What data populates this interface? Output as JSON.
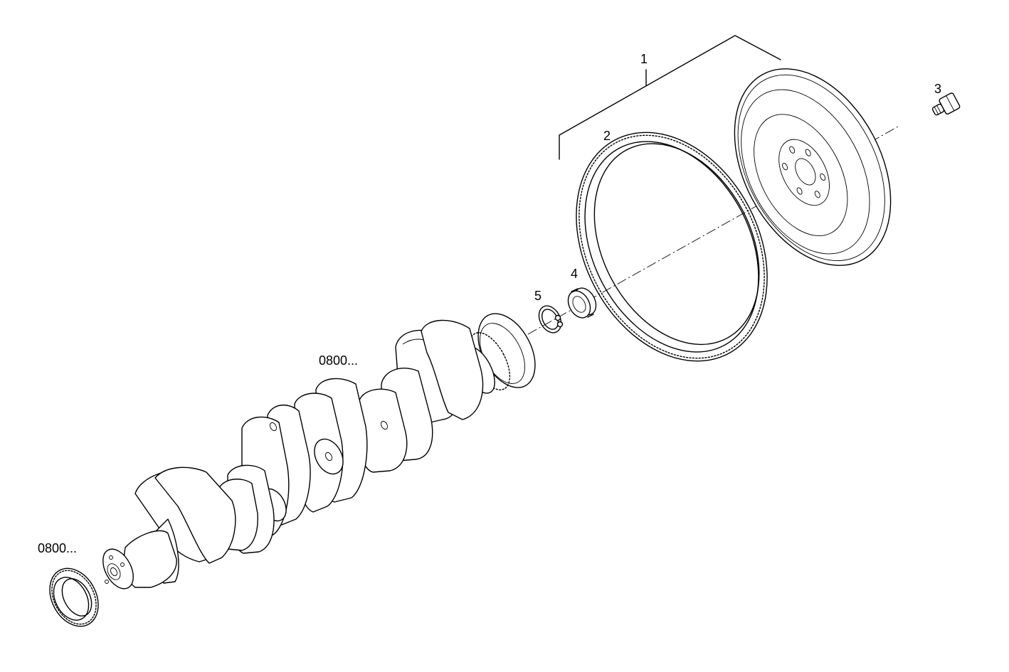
{
  "callouts": {
    "c1": "1",
    "c2": "2",
    "c3": "3",
    "c4": "4",
    "c5": "5",
    "ref_upper": "0800...",
    "ref_lower": "0800..."
  },
  "colors": {
    "line": "#000000",
    "background": "#ffffff"
  }
}
